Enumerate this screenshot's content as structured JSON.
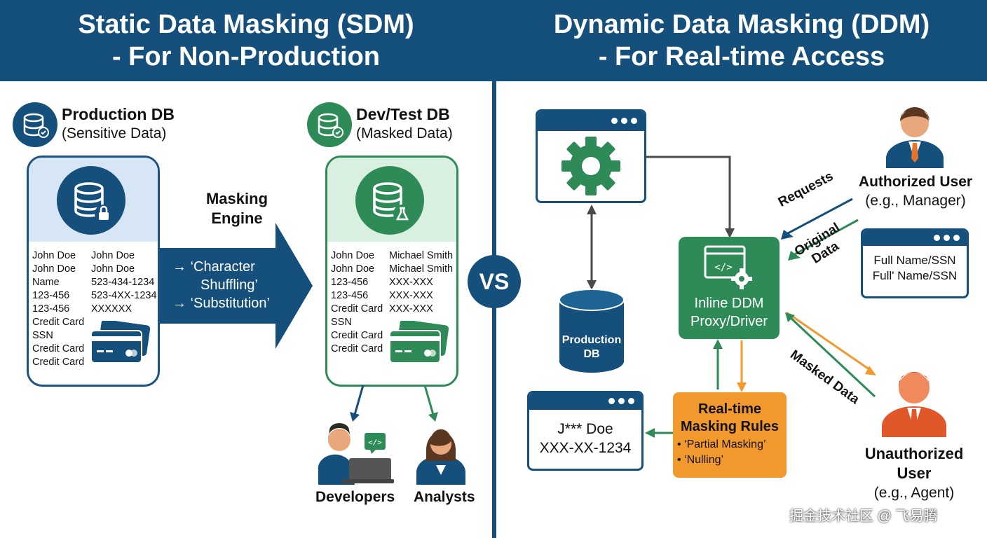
{
  "left_header": {
    "line1": "Static Data Masking (SDM)",
    "line2": "- For Non-Production"
  },
  "right_header": {
    "line1": "Dynamic Data Masking (DDM)",
    "line2": "- For Real-time Access"
  },
  "production_db": {
    "title": "Production DB",
    "subtitle": "(Sensitive Data)",
    "col1": [
      "John Doe",
      "John Doe",
      "Name",
      "123-456",
      "123-456",
      "Credit Card",
      "SSN",
      "Credit Card",
      "Credit Card"
    ],
    "col2": [
      "John Doe",
      "John Doe",
      "523-434-1234",
      "523-4XX-1234",
      "XXXXXX"
    ]
  },
  "masking_engine": {
    "title_line1": "Masking",
    "title_line2": "Engine",
    "item1_line1": "‘Character",
    "item1_line2": "Shuffling’",
    "item2": "‘Substitution’"
  },
  "dev_test_db": {
    "title": "Dev/Test DB",
    "subtitle": "(Masked Data)",
    "col1": [
      "John Doe",
      "John Doe",
      "123-456",
      "123-456",
      "Credit Card",
      "SSN",
      "Credit Card",
      "Credit Card"
    ],
    "col2": [
      "Michael Smith",
      "Michael Smith",
      "XXX-XXX",
      "XXX-XXX",
      "XXX-XXX"
    ]
  },
  "consumers": {
    "developers": "Developers",
    "analysts": "Analysts"
  },
  "vs_label": "VS",
  "ddm": {
    "production_db_line1": "Production",
    "production_db_line2": "DB",
    "proxy_line1": "Inline DDM",
    "proxy_line2": "Proxy/Driver",
    "requests": "Requests",
    "original_line1": "Original",
    "original_line2": "Data",
    "masked_data": "Masked Data",
    "authorized_line1": "Authorized User",
    "authorized_line2": "(e.g., Manager)",
    "full_name_line1": "Full Name/SSN",
    "full_name_line2": "Full' Name/SSN",
    "unauthorized_line1": "Unauthorized",
    "unauthorized_line2": "User",
    "unauthorized_line3": "(e.g., Agent)",
    "rules_line1": "Real-time",
    "rules_line2": "Masking Rules",
    "rules_item1": "• ‘Partial Masking’",
    "rules_item2": "• ‘Nulling’",
    "masked_out_line1": "J*** Doe",
    "masked_out_line2": "XXX-XX-1234"
  },
  "watermark": "掘金技术社区 @ 飞易腾",
  "colors": {
    "navy": "#154f7c",
    "green": "#2e8b57",
    "orange": "#f2992e",
    "light_blue": "#d6e6f5",
    "light_green": "#d9efdf"
  }
}
